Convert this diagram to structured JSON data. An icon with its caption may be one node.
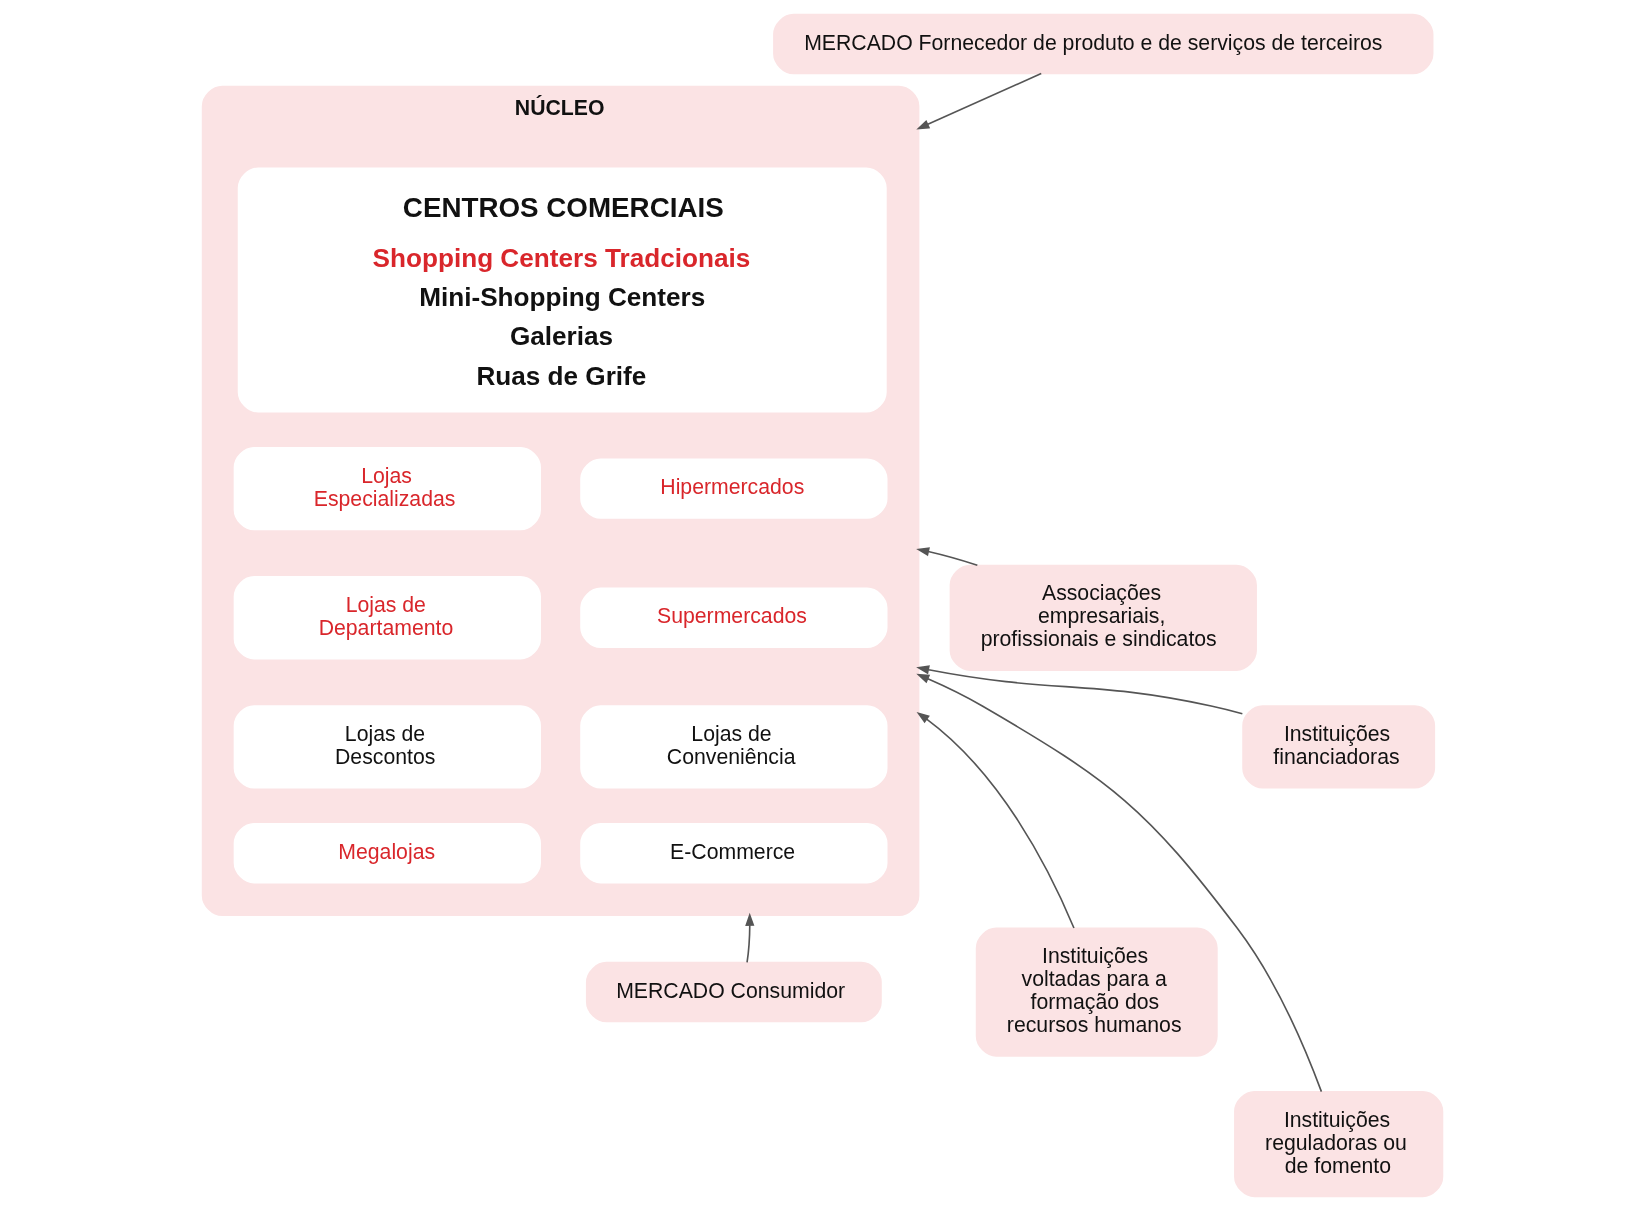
{
  "diagram": {
    "nodes": [
      {
        "text": [
          "MERCADO Fornecedor de produto e de serviços de terceiros"
        ]
      },
      {
        "text": [
          "NÚCLEO"
        ]
      },
      {
        "text": [
          "CENTROS COMERCIAIS",
          "Shopping Centers Tradcionais",
          "Mini-Shopping Centers",
          "Galerias",
          "Ruas de Grife"
        ],
        "in": 1
      },
      {
        "text": [
          "Lojas Especializadas"
        ],
        "in": 1
      },
      {
        "text": [
          "Hipermercados"
        ],
        "in": 1
      },
      {
        "text": [
          "Lojas de Departamento"
        ],
        "in": 1
      },
      {
        "text": [
          "Supermercados"
        ],
        "in": 1
      },
      {
        "text": [
          "Lojas de Descontos"
        ],
        "in": 1
      },
      {
        "text": [
          "Lojas de Conveniência"
        ],
        "in": 1
      },
      {
        "text": [
          "Megalojas"
        ],
        "in": 1
      },
      {
        "text": [
          "E-Commerce"
        ],
        "in": 1
      },
      {
        "text": [
          "Associações empresariais, profissionais e sindicatos"
        ]
      },
      {
        "text": [
          "Instituições voltadas para a formação dos recursos humanos"
        ]
      },
      {
        "text": [
          "Instituições financiadoras"
        ]
      },
      {
        "text": [
          "Instituições reguladoras ou de fomento"
        ]
      },
      {
        "text": [
          "MERCADO Consumidor"
        ]
      }
    ],
    "edges": [
      {
        "from": 0,
        "to": 1,
        "arrow": "to"
      },
      {
        "from": 11,
        "to": 1,
        "arrow": "to"
      },
      {
        "from": 12,
        "to": 1,
        "arrow": "to"
      },
      {
        "from": 13,
        "to": 1,
        "arrow": "to"
      },
      {
        "from": 14,
        "to": 1,
        "arrow": "to"
      },
      {
        "from": 15,
        "to": 1,
        "arrow": "to"
      }
    ]
  }
}
